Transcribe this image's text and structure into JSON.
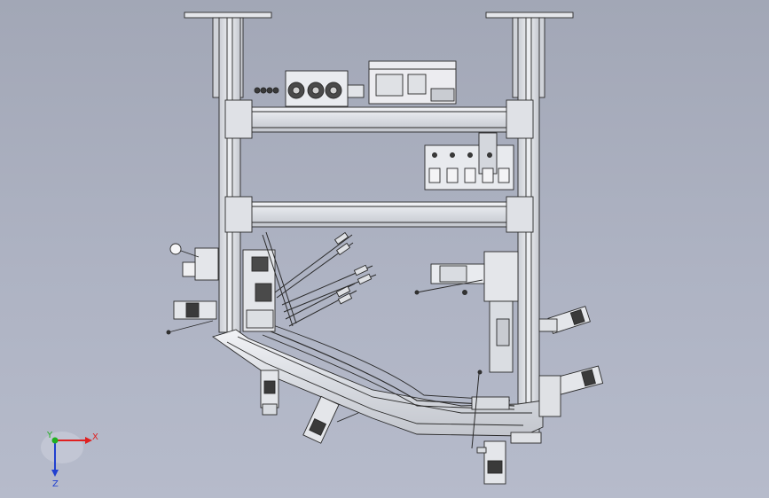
{
  "viewport": {
    "background_top": "#a2a7b6",
    "background_bottom": "#b6bbcb"
  },
  "model": {
    "line_color": "#2a2a2a",
    "frame_fill": "#d9dbe0",
    "part_fill": "#eceef2",
    "dark_fill": "#3a3a3a"
  },
  "triad": {
    "x_label": "X",
    "y_label": "Y",
    "z_label": "Z",
    "x_color": "#e02020",
    "y_color": "#20b020",
    "z_color": "#2040d0"
  }
}
